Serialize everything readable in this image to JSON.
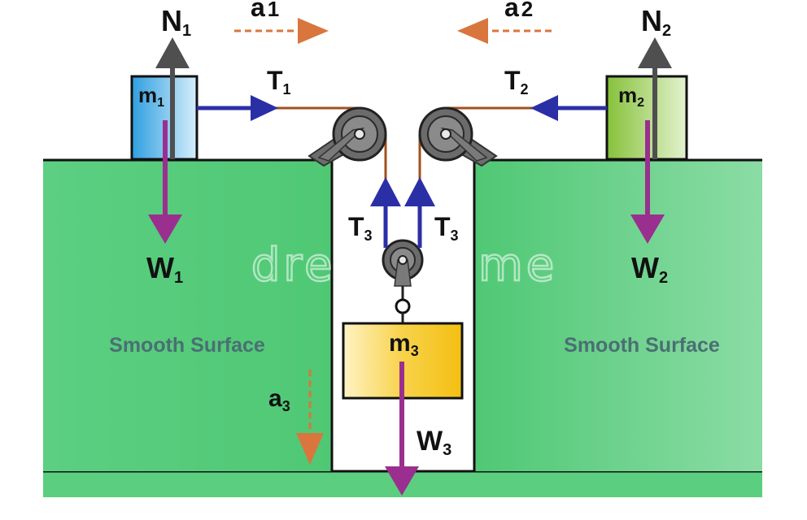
{
  "diagram": {
    "labels": {
      "N1": {
        "main": "N",
        "sub": "1"
      },
      "N2": {
        "main": "N",
        "sub": "2"
      },
      "a1": {
        "main": "a",
        "sub": "1"
      },
      "a2": {
        "main": "a",
        "sub": "2"
      },
      "a3": {
        "main": "a",
        "sub": "3"
      },
      "T1": {
        "main": "T",
        "sub": "1"
      },
      "T2": {
        "main": "T",
        "sub": "2"
      },
      "T3_left": {
        "main": "T",
        "sub": "3"
      },
      "T3_right": {
        "main": "T",
        "sub": "3"
      },
      "m1": {
        "main": "m",
        "sub": "1"
      },
      "m2": {
        "main": "m",
        "sub": "2"
      },
      "m3": {
        "main": "m",
        "sub": "3"
      },
      "W1": {
        "main": "W",
        "sub": "1"
      },
      "W2": {
        "main": "W",
        "sub": "2"
      },
      "W3": {
        "main": "W",
        "sub": "3"
      }
    },
    "surface_left": "Smooth Surface",
    "surface_right": "Smooth Surface",
    "watermark": "dreamstime"
  },
  "colors": {
    "table_green": "#57cf7d",
    "table_edge": "#111111",
    "normal_force": "#4f4f4f",
    "weight": "#9a2f8f",
    "tension": "#2b2fa6",
    "acceleration": "#d9763d",
    "string": "#a0501f",
    "pulley": "#555555",
    "m1_fill": "#3aa5e0",
    "m2_fill": "#8cc63e",
    "m3_fill": "#f5c21b"
  }
}
